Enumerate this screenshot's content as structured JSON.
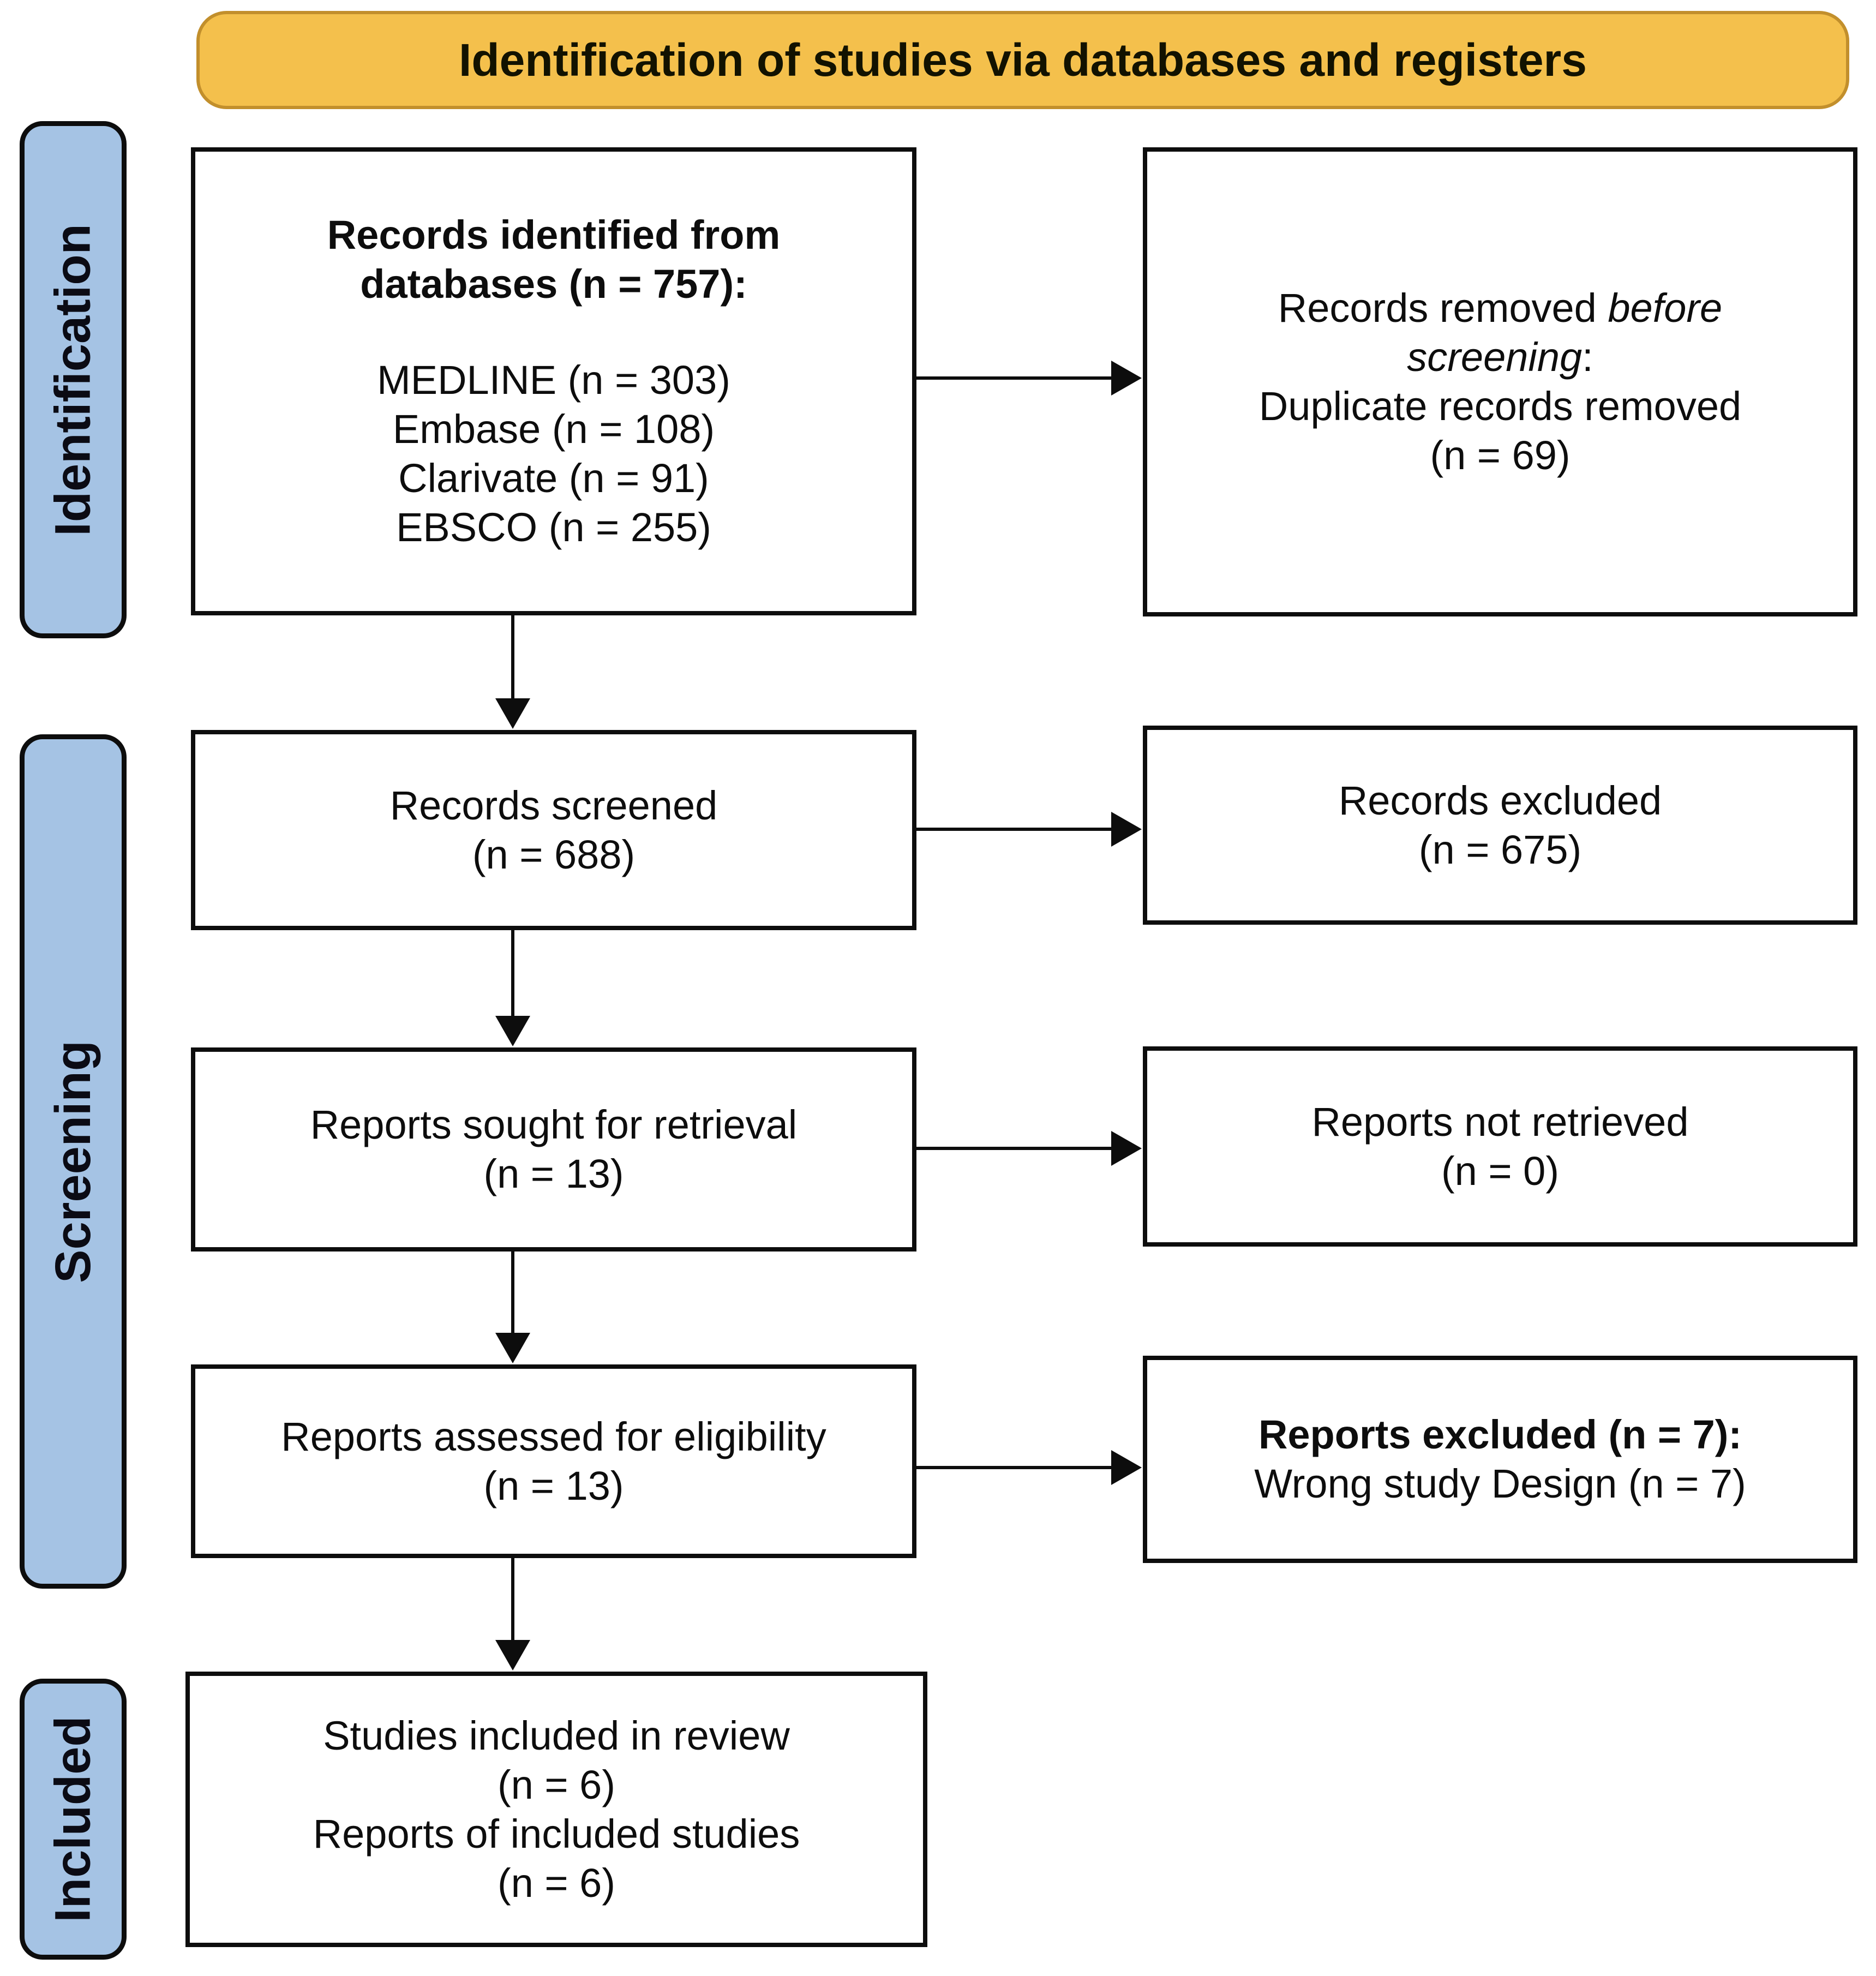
{
  "title": "Identification of studies via databases and registers",
  "stage_labels": {
    "identification": "Identification",
    "screening": "Screening",
    "included": "Included"
  },
  "boxes": {
    "records_identified": {
      "heading_line1": "Records identified from",
      "heading_line2": "databases (n = 757):",
      "sources": [
        "MEDLINE (n = 303)",
        "Embase (n = 108)",
        "Clarivate (n = 91)",
        "EBSCO (n = 255)"
      ]
    },
    "records_removed": {
      "line1_prefix": "Records removed ",
      "line1_italic": "before",
      "line2_italic": "screening",
      "line2_suffix": ":",
      "line3": "Duplicate records removed",
      "line4": "(n = 69)"
    },
    "records_screened": {
      "line1": "Records screened",
      "line2": "(n = 688)"
    },
    "records_excluded": {
      "line1": "Records excluded",
      "line2": "(n = 675)"
    },
    "reports_sought": {
      "line1": "Reports sought for retrieval",
      "line2": "(n = 13)"
    },
    "reports_not_retrieved": {
      "line1": "Reports not retrieved",
      "line2": "(n = 0)"
    },
    "reports_assessed": {
      "line1": "Reports assessed for eligibility",
      "line2": "(n = 13)"
    },
    "reports_excluded": {
      "heading": "Reports excluded (n = 7):",
      "reason": "Wrong study Design (n = 7)"
    },
    "included_studies": {
      "line1": "Studies included in review",
      "line2": "(n = 6)",
      "line3": "Reports of included studies",
      "line4": "(n = 6)"
    }
  },
  "colors": {
    "banner_fill": "#F4C04C",
    "banner_border": "#C28F2C",
    "stage_label_fill": "#A5C3E4",
    "box_border": "#0D0D0D",
    "background": "#FFFFFF",
    "text": "#0D0D0D"
  }
}
